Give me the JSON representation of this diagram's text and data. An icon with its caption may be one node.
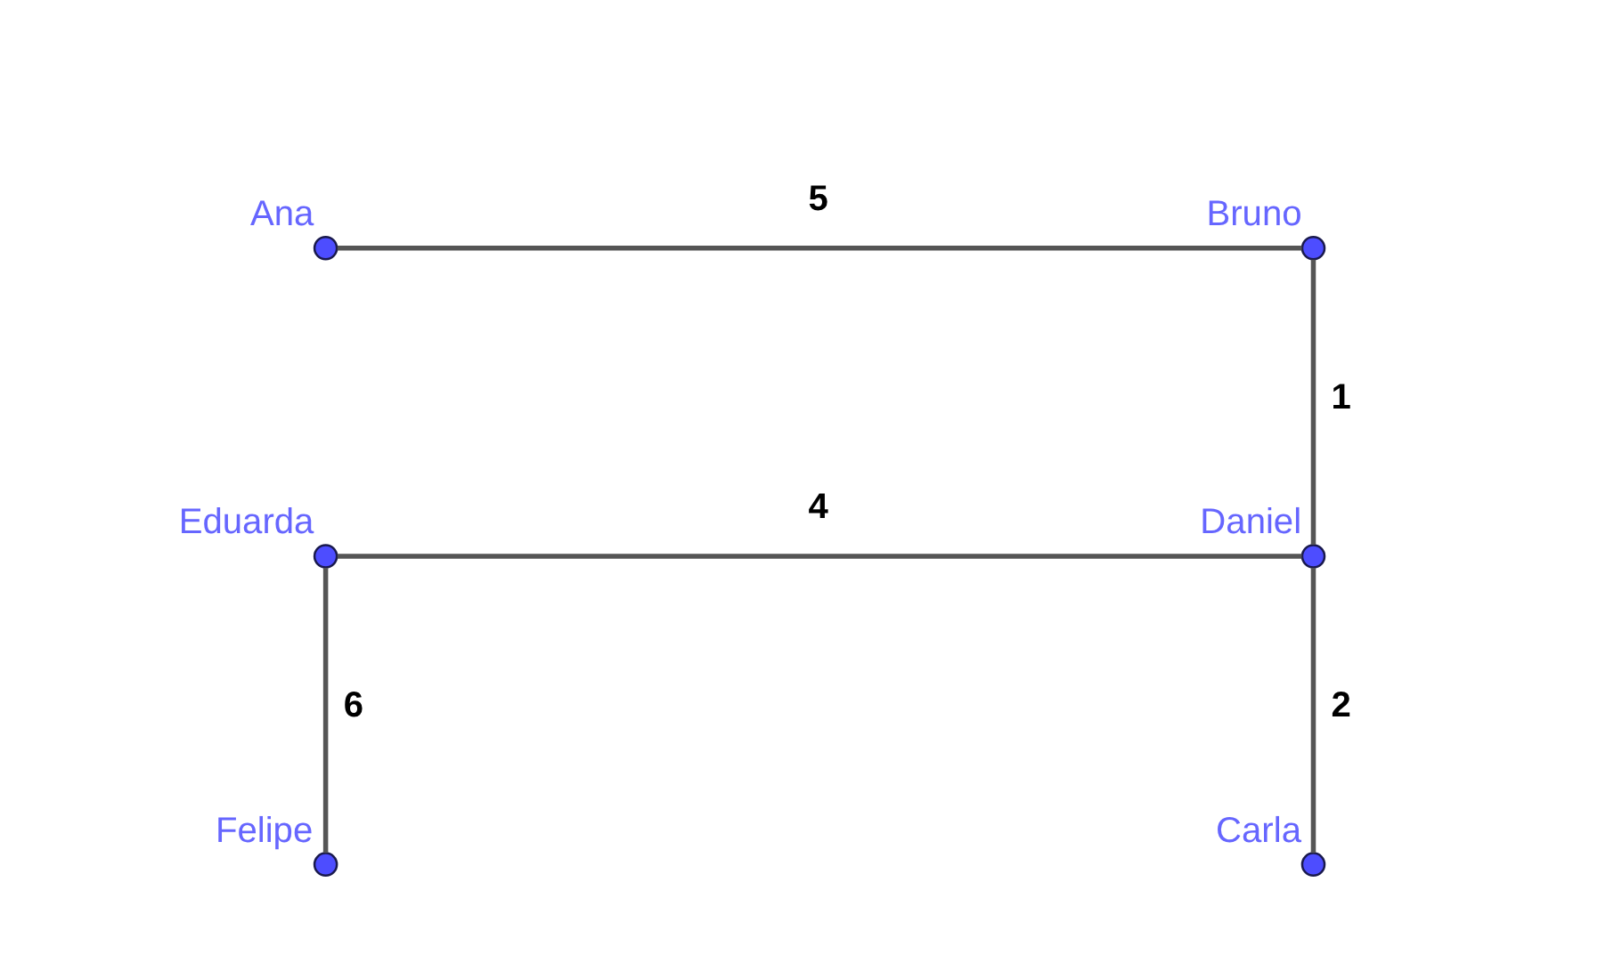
{
  "diagram": {
    "nodes": [
      {
        "text": [],
        "shape": "circle",
        "beside": [
          "Ana"
        ]
      },
      {
        "text": [],
        "shape": "circle",
        "beside": [
          "Bruno"
        ]
      },
      {
        "text": [],
        "shape": "circle",
        "beside": [
          "Felipe"
        ]
      },
      {
        "text": [],
        "shape": "circle",
        "beside": [
          "Carla"
        ]
      },
      {
        "text": [],
        "shape": "circle",
        "beside": [
          "Eduarda"
        ]
      },
      {
        "text": [],
        "shape": "circle",
        "beside": [
          "Daniel"
        ]
      }
    ],
    "edges": [
      {
        "from": 0,
        "to": 1,
        "arrow": "none",
        "label": "5"
      },
      {
        "from": 1,
        "to": 5,
        "arrow": "none",
        "label": "1"
      },
      {
        "from": 5,
        "to": 3,
        "arrow": "none",
        "label": "2"
      },
      {
        "from": 2,
        "to": 4,
        "arrow": "none",
        "label": "6"
      },
      {
        "from": 4,
        "to": 5,
        "arrow": "none",
        "label": "4"
      }
    ]
  }
}
